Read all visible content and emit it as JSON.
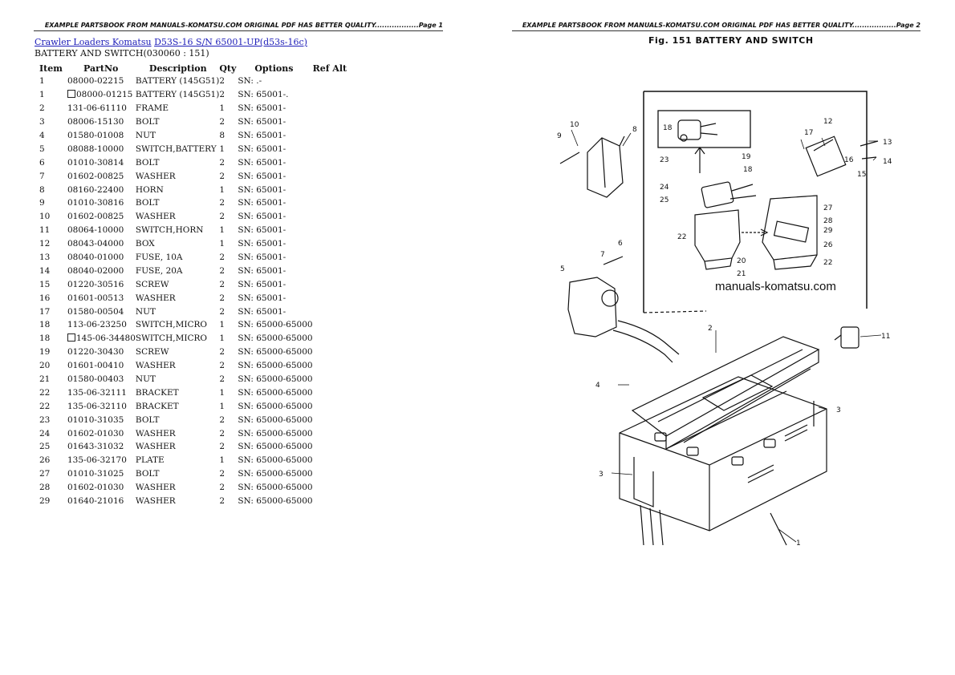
{
  "headers": {
    "page1": "EXAMPLE PARTSBOOK FROM MANUALS-KOMATSU.COM ORIGINAL PDF HAS BETTER QUALITY..................Page 1",
    "page2": "EXAMPLE PARTSBOOK FROM MANUALS-KOMATSU.COM ORIGINAL PDF HAS BETTER QUALITY..................Page 2"
  },
  "breadcrumb": {
    "link1": "Crawler Loaders Komatsu",
    "link2": "D53S-16 S/N 65001-UP(d53s-16c)"
  },
  "section_title": "BATTERY AND SWITCH(030060 : 151)",
  "table": {
    "columns": [
      "Item",
      "PartNo",
      "Description",
      "Qty",
      "Options",
      "Ref Alt"
    ],
    "rows": [
      {
        "item": "1",
        "box": false,
        "part": "08000-02215",
        "desc": "BATTERY (145G51)",
        "qty": "2",
        "opt": "SN: .-"
      },
      {
        "item": "1",
        "box": true,
        "part": "08000-01215",
        "desc": "BATTERY (145G51)",
        "qty": "2",
        "opt": "SN: 65001-."
      },
      {
        "item": "2",
        "box": false,
        "part": "131-06-61110",
        "desc": "FRAME",
        "qty": "1",
        "opt": "SN: 65001-"
      },
      {
        "item": "3",
        "box": false,
        "part": "08006-15130",
        "desc": "BOLT",
        "qty": "2",
        "opt": "SN: 65001-"
      },
      {
        "item": "4",
        "box": false,
        "part": "01580-01008",
        "desc": "NUT",
        "qty": "8",
        "opt": "SN: 65001-"
      },
      {
        "item": "5",
        "box": false,
        "part": "08088-10000",
        "desc": "SWITCH,BATTERY",
        "qty": "1",
        "opt": "SN: 65001-"
      },
      {
        "item": "6",
        "box": false,
        "part": "01010-30814",
        "desc": "BOLT",
        "qty": "2",
        "opt": "SN: 65001-"
      },
      {
        "item": "7",
        "box": false,
        "part": "01602-00825",
        "desc": "WASHER",
        "qty": "2",
        "opt": "SN: 65001-"
      },
      {
        "item": "8",
        "box": false,
        "part": "08160-22400",
        "desc": "HORN",
        "qty": "1",
        "opt": "SN: 65001-"
      },
      {
        "item": "9",
        "box": false,
        "part": "01010-30816",
        "desc": "BOLT",
        "qty": "2",
        "opt": "SN: 65001-"
      },
      {
        "item": "10",
        "box": false,
        "part": "01602-00825",
        "desc": "WASHER",
        "qty": "2",
        "opt": "SN: 65001-"
      },
      {
        "item": "11",
        "box": false,
        "part": "08064-10000",
        "desc": "SWITCH,HORN",
        "qty": "1",
        "opt": "SN: 65001-"
      },
      {
        "item": "12",
        "box": false,
        "part": "08043-04000",
        "desc": "BOX",
        "qty": "1",
        "opt": "SN: 65001-"
      },
      {
        "item": "13",
        "box": false,
        "part": "08040-01000",
        "desc": "FUSE, 10A",
        "qty": "2",
        "opt": "SN: 65001-"
      },
      {
        "item": "14",
        "box": false,
        "part": "08040-02000",
        "desc": "FUSE, 20A",
        "qty": "2",
        "opt": "SN: 65001-"
      },
      {
        "item": "15",
        "box": false,
        "part": "01220-30516",
        "desc": "SCREW",
        "qty": "2",
        "opt": "SN: 65001-"
      },
      {
        "item": "16",
        "box": false,
        "part": "01601-00513",
        "desc": "WASHER",
        "qty": "2",
        "opt": "SN: 65001-"
      },
      {
        "item": "17",
        "box": false,
        "part": "01580-00504",
        "desc": "NUT",
        "qty": "2",
        "opt": "SN: 65001-"
      },
      {
        "item": "18",
        "box": false,
        "part": "113-06-23250",
        "desc": "SWITCH,MICRO",
        "qty": "1",
        "opt": "SN: 65000-65000"
      },
      {
        "item": "18",
        "box": true,
        "part": "145-06-34480",
        "desc": "SWITCH,MICRO",
        "qty": "1",
        "opt": "SN: 65000-65000"
      },
      {
        "item": "19",
        "box": false,
        "part": "01220-30430",
        "desc": "SCREW",
        "qty": "2",
        "opt": "SN: 65000-65000"
      },
      {
        "item": "20",
        "box": false,
        "part": "01601-00410",
        "desc": "WASHER",
        "qty": "2",
        "opt": "SN: 65000-65000"
      },
      {
        "item": "21",
        "box": false,
        "part": "01580-00403",
        "desc": "NUT",
        "qty": "2",
        "opt": "SN: 65000-65000"
      },
      {
        "item": "22",
        "box": false,
        "part": "135-06-32111",
        "desc": "BRACKET",
        "qty": "1",
        "opt": "SN: 65000-65000"
      },
      {
        "item": "22",
        "box": false,
        "part": "135-06-32110",
        "desc": "BRACKET",
        "qty": "1",
        "opt": "SN: 65000-65000"
      },
      {
        "item": "23",
        "box": false,
        "part": "01010-31035",
        "desc": "BOLT",
        "qty": "2",
        "opt": "SN: 65000-65000"
      },
      {
        "item": "24",
        "box": false,
        "part": "01602-01030",
        "desc": "WASHER",
        "qty": "2",
        "opt": "SN: 65000-65000"
      },
      {
        "item": "25",
        "box": false,
        "part": "01643-31032",
        "desc": "WASHER",
        "qty": "2",
        "opt": "SN: 65000-65000"
      },
      {
        "item": "26",
        "box": false,
        "part": "135-06-32170",
        "desc": "PLATE",
        "qty": "1",
        "opt": "SN: 65000-65000"
      },
      {
        "item": "27",
        "box": false,
        "part": "01010-31025",
        "desc": "BOLT",
        "qty": "2",
        "opt": "SN: 65000-65000"
      },
      {
        "item": "28",
        "box": false,
        "part": "01602-01030",
        "desc": "WASHER",
        "qty": "2",
        "opt": "SN: 65000-65000"
      },
      {
        "item": "29",
        "box": false,
        "part": "01640-21016",
        "desc": "WASHER",
        "qty": "2",
        "opt": "SN: 65000-65000"
      }
    ]
  },
  "figure": {
    "title": "Fig. 151  BATTERY AND SWITCH",
    "watermark": "manuals-komatsu.com",
    "callouts": [
      "1",
      "2",
      "3",
      "3",
      "4",
      "5",
      "6",
      "7",
      "8",
      "9",
      "10",
      "11",
      "12",
      "13",
      "14",
      "15",
      "16",
      "17",
      "18",
      "18",
      "19",
      "20",
      "21",
      "22",
      "22",
      "23",
      "24",
      "25",
      "26",
      "27",
      "28",
      "29"
    ]
  }
}
